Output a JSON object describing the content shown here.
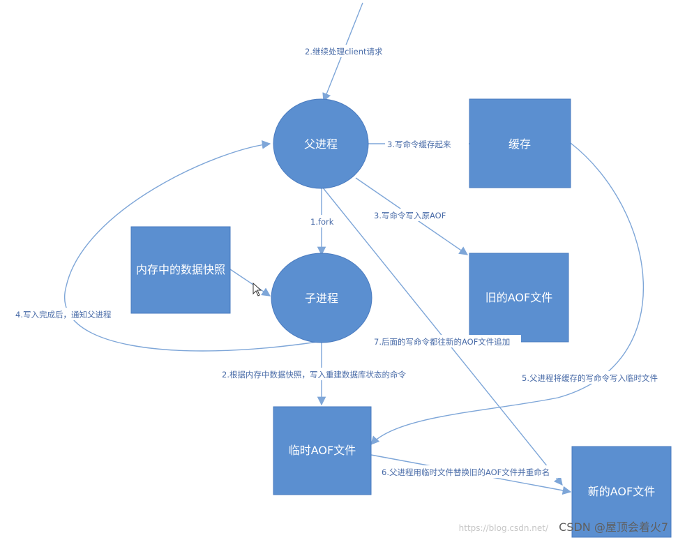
{
  "nodes": {
    "parent_process": "父进程",
    "cache": "缓存",
    "old_aof": "旧的AOF文件",
    "memory_snapshot": "内存中的数据快照",
    "child_process": "子进程",
    "temp_aof": "临时AOF文件",
    "new_aof": "新的AOF文件"
  },
  "edges": {
    "continue_client": "2.继续处理client请求",
    "fork": "1.fork",
    "cache_write_cmd": "3.写命令缓存起来",
    "write_old_aof": "3.写命令写入原AOF",
    "child_done": "4.写入完成后，通知父进程",
    "child_writes_temp": "2.根据内存中数据快照，写入重建数据库状态的命令",
    "append_new_aof": "7.后面的写命令都往新的AOF文件追加",
    "parent_writes_cache": "5.父进程将缓存的写命令写入临时文件",
    "rename": "6.父进程用临时文件替换旧的AOF文件并重命名"
  },
  "colors": {
    "box": "#5b8fd0",
    "box_border": "#4a7bbf",
    "line": "#7ea6d8",
    "text": "#ffffff",
    "label": "#4a6ca8"
  },
  "watermark": {
    "url": "https://blog.csdn.net/",
    "brand": "CSDN @屋顶会着火7"
  }
}
